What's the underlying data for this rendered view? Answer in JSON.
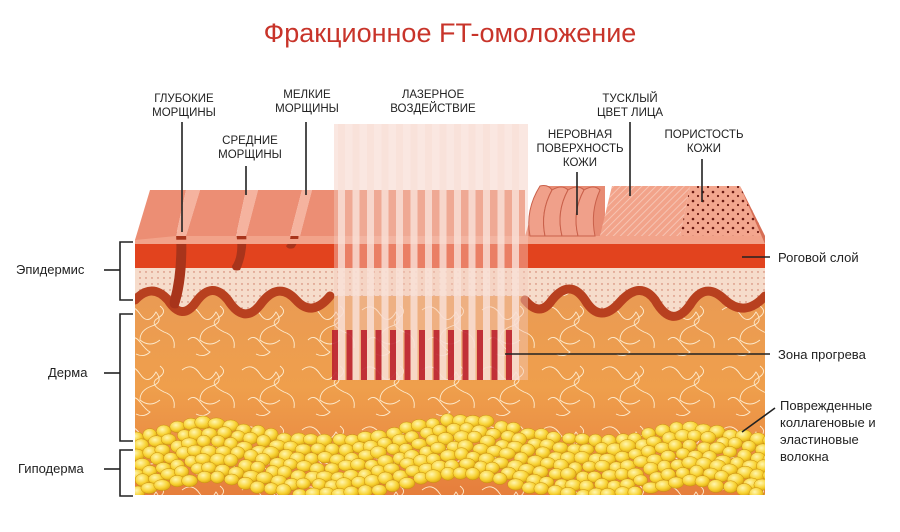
{
  "title": "Фракционное FT-омоложение",
  "top_labels": {
    "deep_wrinkles": [
      "ГЛУБОКИЕ",
      "МОРЩИНЫ"
    ],
    "medium_wrinkles": [
      "СРЕДНИЕ",
      "МОРЩИНЫ"
    ],
    "fine_wrinkles": [
      "МЕЛКИЕ",
      "МОРЩИНЫ"
    ],
    "laser": [
      "ЛАЗЕРНОЕ",
      "ВОЗДЕЙСТВИЕ"
    ],
    "uneven_surface": [
      "НЕРОВНАЯ",
      "ПОВЕРХНОСТЬ",
      "КОЖИ"
    ],
    "dull_complexion": [
      "ТУСКЛЫЙ",
      "ЦВЕТ ЛИЦА"
    ],
    "porosity": [
      "ПОРИСТОСТЬ",
      "КОЖИ"
    ]
  },
  "left_labels": {
    "epidermis": "Эпидермис",
    "dermis": "Дерма",
    "hypodermis": "Гиподерма"
  },
  "right_labels": {
    "stratum_corneum": "Роговой слой",
    "heat_zone": "Зона прогрева",
    "damaged_fibers": [
      "Поврежденные",
      "коллагеновые и",
      "эластиновые",
      "волокна"
    ]
  },
  "colors": {
    "title": "#c8342a",
    "top_face": "#e98b73",
    "front_surface": "#f2a38a",
    "corneum": "#e2431e",
    "epidermis_fill": "#f6dccb",
    "basal_wave": "#b8401f",
    "dermis": "#e58d45",
    "dermis_light": "#f2b46a",
    "fat": "#f5c21f",
    "fat_light": "#fde57a",
    "heat": "#b81a2a"
  }
}
